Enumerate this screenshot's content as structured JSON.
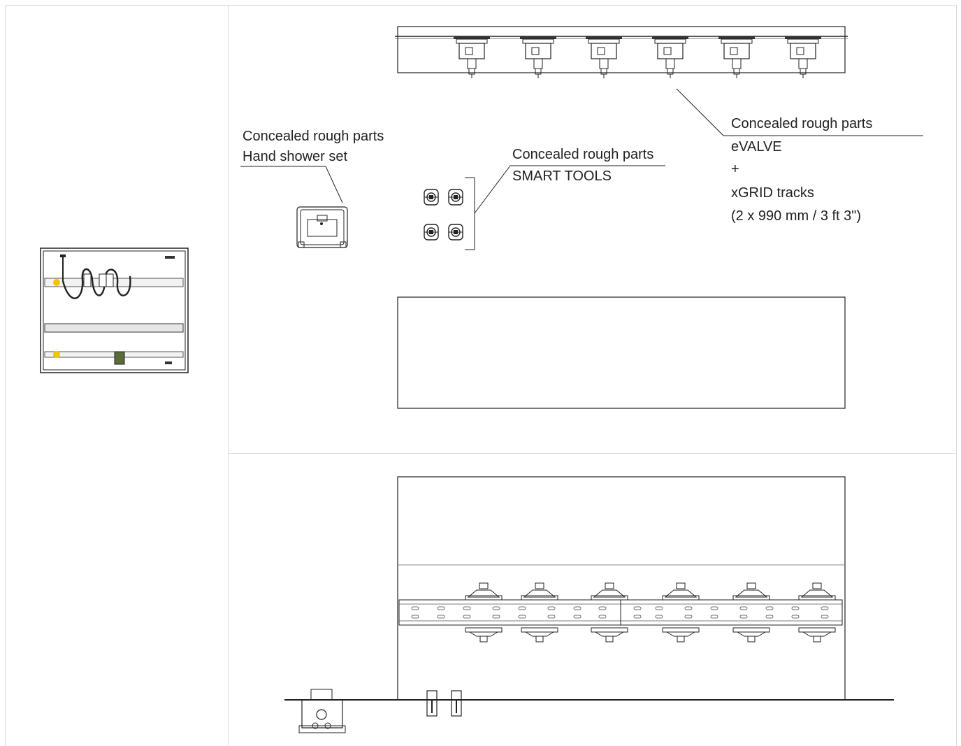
{
  "callouts": {
    "hand_shower": {
      "line1": "Concealed rough parts",
      "line2": "Hand shower set"
    },
    "smart_tools": {
      "line1": "Concealed rough parts",
      "line2": "SMART TOOLS"
    },
    "evalve": {
      "line1": "Concealed rough parts",
      "line2": "eVALVE",
      "line3": "+",
      "line4": "xGRID tracks",
      "line5": "(2 x 990 mm / 3 ft 3\")"
    }
  }
}
